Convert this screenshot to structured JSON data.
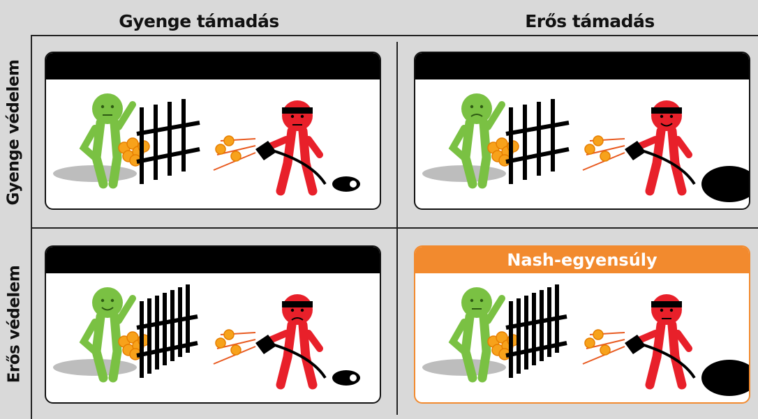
{
  "columns": [
    "Gyenge támadás",
    "Erős támadás"
  ],
  "rows": [
    "Gyenge védelem",
    "Erős védelem"
  ],
  "panels": [
    {
      "bar_label": "",
      "defender_mood": "neutral",
      "attacker_mood": "neutral",
      "fence": "weak",
      "vacuum": "small"
    },
    {
      "bar_label": "",
      "defender_mood": "sad",
      "attacker_mood": "happy",
      "fence": "weak",
      "vacuum": "large"
    },
    {
      "bar_label": "",
      "defender_mood": "happy",
      "attacker_mood": "sad",
      "fence": "strong",
      "vacuum": "small"
    },
    {
      "bar_label": "Nash-egyensúly",
      "defender_mood": "neutral",
      "attacker_mood": "neutral",
      "fence": "strong",
      "vacuum": "large",
      "highlight": true
    }
  ],
  "colors": {
    "background": "#d9d9d9",
    "defender": "#7ac143",
    "attacker": "#e8202a",
    "coins": "#f7a21b",
    "nash_accent": "#f28a2e",
    "header_bar": "#000000"
  }
}
